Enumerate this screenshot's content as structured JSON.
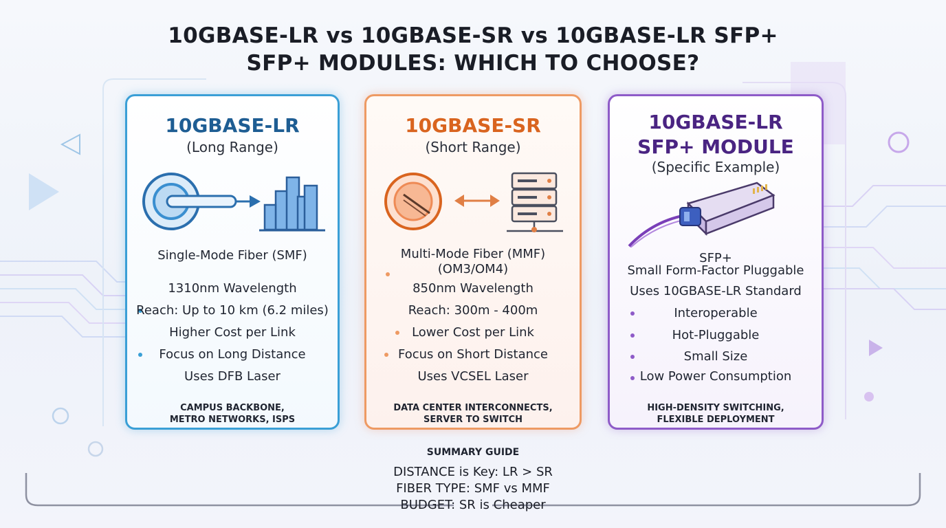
{
  "title": {
    "line1": "10GBASE-LR vs 10GBASE-SR vs 10GBASE-LR SFP+",
    "line2": "SFP+ MODULES: WHICH TO CHOOSE?"
  },
  "cards": [
    {
      "id": "lr",
      "title": "10GBASE-LR",
      "subtitle": "(Long Range)",
      "icon": "fiber-to-city-icon",
      "accent": "#3a9fd6",
      "fiber": "Single-Mode Fiber (SMF)",
      "specs": [
        "1310nm Wavelength",
        "Reach: Up to 10 km (6.2 miles)",
        "Higher Cost per Link",
        "Focus on Long Distance",
        "Uses DFB Laser"
      ],
      "footer": [
        "CAMPUS BACKBONE,",
        "METRO NETWORKS, ISPS"
      ]
    },
    {
      "id": "sr",
      "title": "10GBASE-SR",
      "subtitle": "(Short Range)",
      "icon": "fiber-to-server-icon",
      "accent": "#ee9a63",
      "fiber": "Multi-Mode Fiber (MMF)",
      "fiber2": "(OM3/OM4)",
      "specs": [
        "850nm Wavelength",
        "Reach: 300m - 400m",
        "Lower Cost per Link",
        "Focus on Short Distance",
        "Uses VCSEL Laser"
      ],
      "footer": [
        "DATA CENTER INTERCONNECTS,",
        "SERVER TO SWITCH"
      ]
    },
    {
      "id": "sfp",
      "title_line1": "10GBASE-LR",
      "title_line2": "SFP+ MODULE",
      "subtitle": "(Specific Example)",
      "icon": "sfp-transceiver-icon",
      "accent": "#8e5bc8",
      "form": "SFP+",
      "form2": "Small Form-Factor Pluggable",
      "standard": "Uses 10GBASE-LR Standard",
      "features": [
        "Interoperable",
        "Hot-Pluggable",
        "Small Size",
        "Low Power Consumption"
      ],
      "footer": [
        "HIGH-DENSITY SWITCHING,",
        "FLEXIBLE DEPLOYMENT"
      ]
    }
  ],
  "summary": {
    "heading": "SUMMARY GUIDE",
    "lines": [
      "DISTANCE is Key: LR > SR",
      "FIBER TYPE: SMF vs MMF",
      "BUDGET: SR is Cheaper"
    ]
  }
}
